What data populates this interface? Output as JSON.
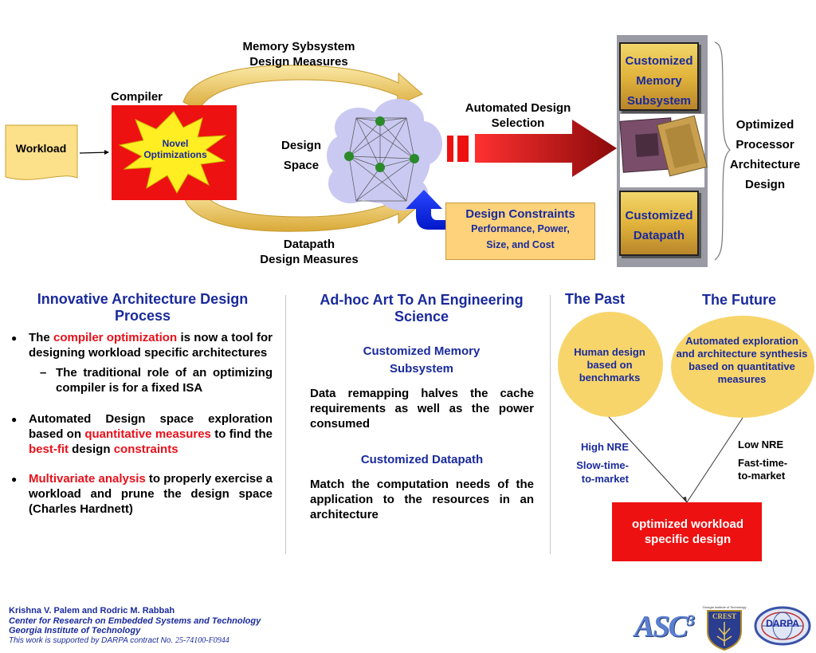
{
  "top": {
    "memory_title_1": "Memory Sybsystem",
    "memory_title_2": "Design Measures",
    "compiler_label": "Compiler",
    "workload_label": "Workload",
    "novel_1": "Novel",
    "novel_2": "Optimizations",
    "design_space_1": "Design",
    "design_space_2": "Space",
    "automated_1": "Automated Design",
    "automated_2": "Selection",
    "datapath_1": "Datapath",
    "datapath_2": "Design Measures",
    "constraints_title": "Design Constraints",
    "constraints_1": "Performance, Power,",
    "constraints_2": "Size, and Cost",
    "cmem_1": "Customized",
    "cmem_2": "Memory",
    "cmem_3": "Subsystem",
    "cdp_1": "Customized",
    "cdp_2": "Datapath",
    "opt_1": "Optimized",
    "opt_2": "Processor",
    "opt_3": "Architecture",
    "opt_4": "Design"
  },
  "left": {
    "title": "Innovative Architecture Design Process",
    "b1_a": "The ",
    "b1_red": "compiler optimization",
    "b1_b": " is now a tool for designing workload specific architectures",
    "sub1": "The traditional role of an optimizing compiler is for a fixed ISA",
    "b2_a": "Automated Design space exploration based on ",
    "b2_red1": "quantitative measures",
    "b2_b": " to find the ",
    "b2_red2": "best-fit",
    "b2_c": " design ",
    "b2_red3": "constraints",
    "b3_red": "Multivariate analysis",
    "b3_a": " to properly exercise a workload and prune the design space (Charles Hardnett)"
  },
  "middle": {
    "title": "Ad-hoc Art To An Engineering Science",
    "sub1": "Customized Memory Subsystem",
    "text1": "Data remapping halves the cache requirements as well as the power consumed",
    "sub2": "Customized Datapath",
    "text2": "Match the computation needs of the application to the resources in an architecture"
  },
  "right": {
    "past": "The Past",
    "future": "The Future",
    "past_circle": "Human design based on benchmarks",
    "future_circle": "Automated exploration and architecture synthesis based on quantitative measures",
    "high_nre": "High NRE",
    "slow_1": "Slow-time-",
    "slow_2": "to-market",
    "low_nre": "Low NRE",
    "fast_1": "Fast-time-",
    "fast_2": "to-market",
    "result": "optimized workload specific design"
  },
  "footer": {
    "authors": "Krishna V. Palem and Rodric M. Rabbah",
    "center": "Center for Research on Embedded Systems and Technology",
    "institute": "Georgia Institute of Technology",
    "support": "This work is supported by DARPA contract No. ",
    "contract": "25-74100-F0944",
    "logo_asc": "ASC",
    "logo_asc_sup": "3",
    "logo_gt": "Georgia Institute of Technology",
    "logo_crest": "CREST",
    "logo_darpa": "DARPA"
  },
  "colors": {
    "navy": "#1a2a9c",
    "red": "#e8101a",
    "gold": "#e2b43c",
    "cloud": "#c9c9f2",
    "circle": "#f7d56a"
  }
}
